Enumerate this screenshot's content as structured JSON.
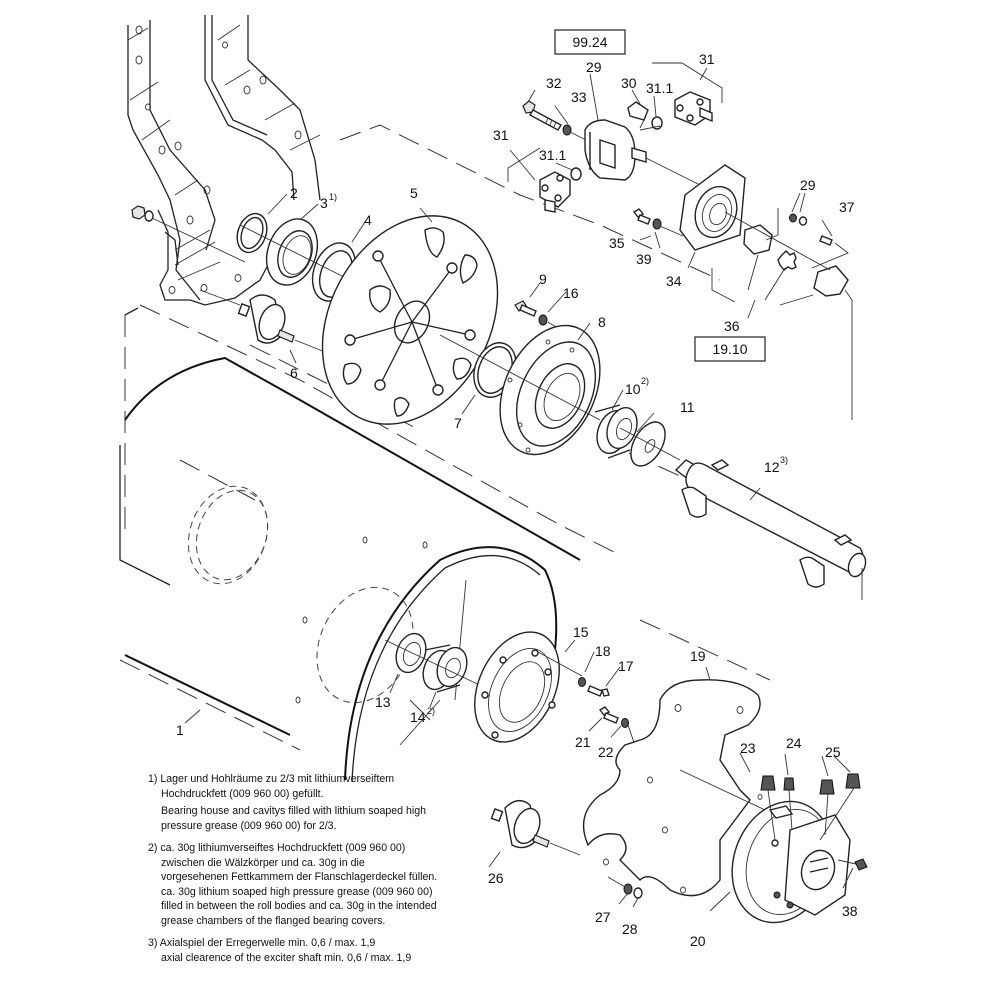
{
  "diagram": {
    "type": "exploded-parts-view",
    "reference_boxes": [
      {
        "id": "ref-top",
        "label": "99.24"
      },
      {
        "id": "ref-mid",
        "label": "19.10"
      }
    ],
    "part_labels": [
      {
        "num": "1",
        "sup": ""
      },
      {
        "num": "2",
        "sup": ""
      },
      {
        "num": "3",
        "sup": "1)"
      },
      {
        "num": "4",
        "sup": ""
      },
      {
        "num": "5",
        "sup": ""
      },
      {
        "num": "6",
        "sup": ""
      },
      {
        "num": "7",
        "sup": ""
      },
      {
        "num": "8",
        "sup": ""
      },
      {
        "num": "9",
        "sup": ""
      },
      {
        "num": "10",
        "sup": "2)"
      },
      {
        "num": "11",
        "sup": ""
      },
      {
        "num": "12",
        "sup": "3)"
      },
      {
        "num": "13",
        "sup": ""
      },
      {
        "num": "14",
        "sup": "2)"
      },
      {
        "num": "15",
        "sup": ""
      },
      {
        "num": "16",
        "sup": ""
      },
      {
        "num": "17",
        "sup": ""
      },
      {
        "num": "18",
        "sup": ""
      },
      {
        "num": "19",
        "sup": ""
      },
      {
        "num": "20",
        "sup": ""
      },
      {
        "num": "21",
        "sup": ""
      },
      {
        "num": "22",
        "sup": ""
      },
      {
        "num": "23",
        "sup": ""
      },
      {
        "num": "24",
        "sup": ""
      },
      {
        "num": "25",
        "sup": ""
      },
      {
        "num": "26",
        "sup": ""
      },
      {
        "num": "27",
        "sup": ""
      },
      {
        "num": "28",
        "sup": ""
      },
      {
        "num": "29",
        "sup": ""
      },
      {
        "num": "29",
        "sup": ""
      },
      {
        "num": "30",
        "sup": ""
      },
      {
        "num": "31",
        "sup": ""
      },
      {
        "num": "31",
        "sup": ""
      },
      {
        "num": "31.1",
        "sup": ""
      },
      {
        "num": "31.1",
        "sup": ""
      },
      {
        "num": "32",
        "sup": ""
      },
      {
        "num": "33",
        "sup": ""
      },
      {
        "num": "34",
        "sup": ""
      },
      {
        "num": "35",
        "sup": ""
      },
      {
        "num": "36",
        "sup": ""
      },
      {
        "num": "37",
        "sup": ""
      },
      {
        "num": "38",
        "sup": ""
      },
      {
        "num": "39",
        "sup": ""
      }
    ]
  },
  "notes": [
    {
      "marker": "1)",
      "de": [
        "Lager und Hohlräume zu 2/3 mit lithiumverseiftem",
        "Hochdruckfett (009 960 00) gefüllt."
      ],
      "en": [
        "Bearing house and cavitys filled with lithium soaped high",
        "pressure grease (009 960 00) for 2/3."
      ]
    },
    {
      "marker": "2)",
      "de": [
        "ca. 30g lithiumverseiftes Hochdruckfett (009 960 00)",
        "zwischen die Wälzkörper und ca. 30g in die",
        "vorgesehenen Fettkammern der Flanschlagerdeckel füllen."
      ],
      "en": [
        "ca. 30g lithium soaped high pressure grease (009 960 00)",
        "filled in between the roll bodies and ca. 30g in the intended",
        "grease chambers of the flanged bearing covers."
      ]
    },
    {
      "marker": "3)",
      "de": [
        "Axialspiel der Erregerwelle min. 0,6 / max. 1,9"
      ],
      "en": [
        "axial clearence of the exciter shaft min. 0,6 / max. 1,9"
      ]
    }
  ]
}
